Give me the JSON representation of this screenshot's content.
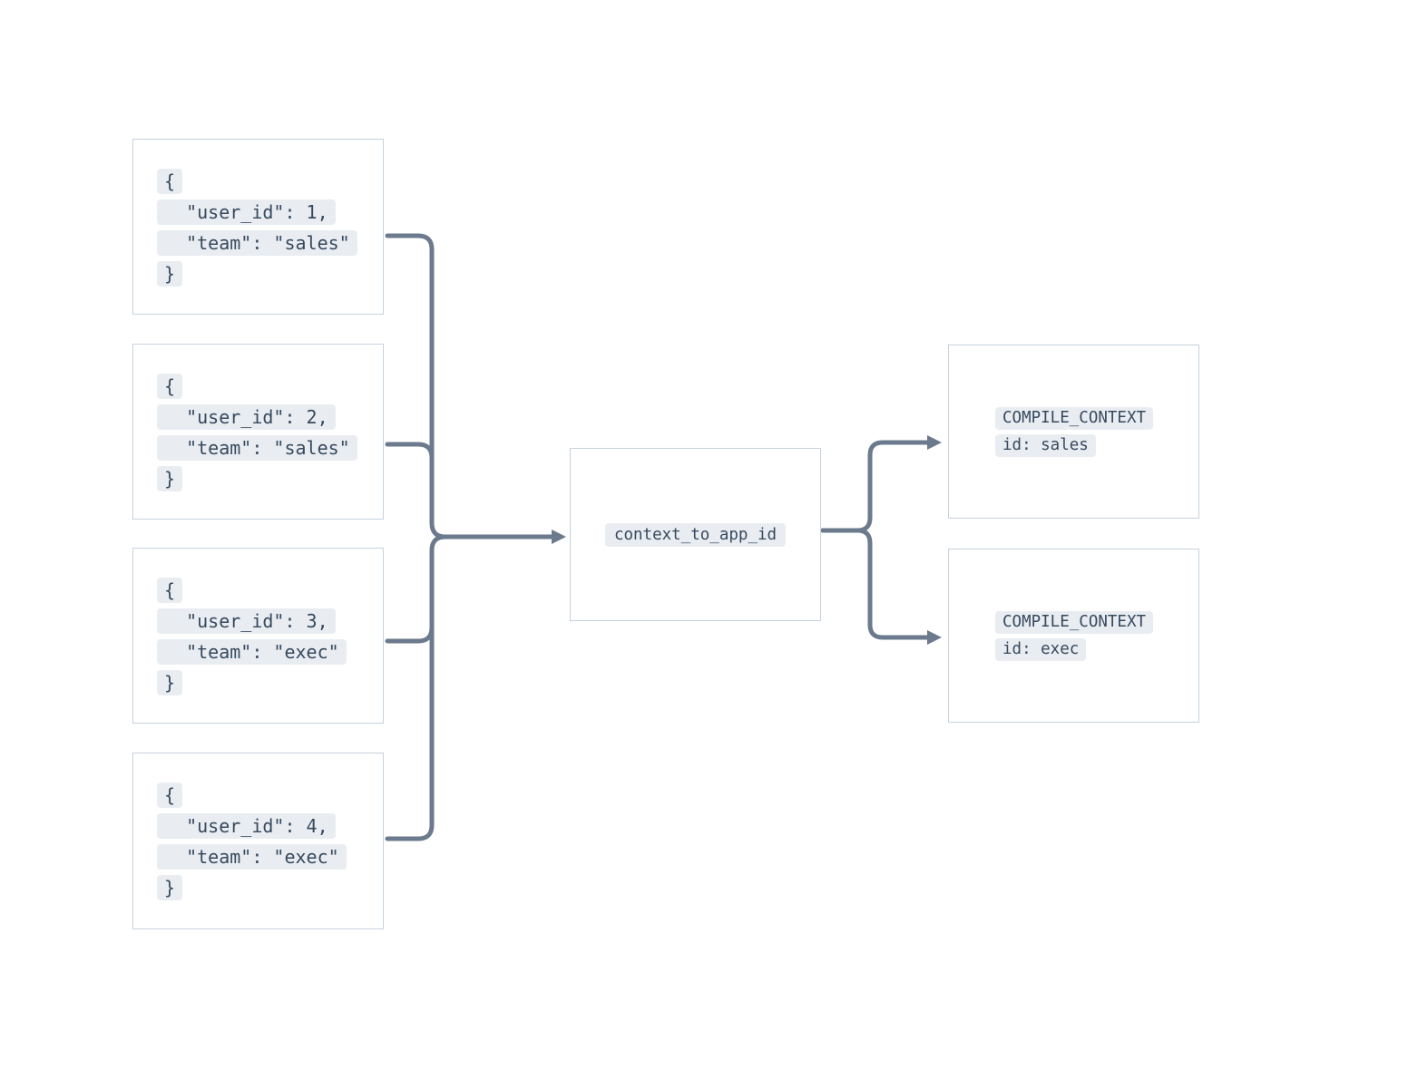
{
  "colors": {
    "border": "#c7d2de",
    "chip_bg": "#e9edf1",
    "text": "#36495e",
    "connector": "#6b7a8c",
    "background": "#ffffff"
  },
  "diagram": {
    "input_events": [
      {
        "lines": [
          "{",
          "  \"user_id\": 1,",
          "  \"team\": \"sales\"",
          "}"
        ]
      },
      {
        "lines": [
          "{",
          "  \"user_id\": 2,",
          "  \"team\": \"sales\"",
          "}"
        ]
      },
      {
        "lines": [
          "{",
          "  \"user_id\": 3,",
          "  \"team\": \"exec\"",
          "}"
        ]
      },
      {
        "lines": [
          "{",
          "  \"user_id\": 4,",
          "  \"team\": \"exec\"",
          "}"
        ]
      }
    ],
    "processor": {
      "label": "context_to_app_id"
    },
    "outputs": [
      {
        "title": "COMPILE_CONTEXT",
        "subtitle": "id: sales"
      },
      {
        "title": "COMPILE_CONTEXT",
        "subtitle": "id: exec"
      }
    ]
  }
}
